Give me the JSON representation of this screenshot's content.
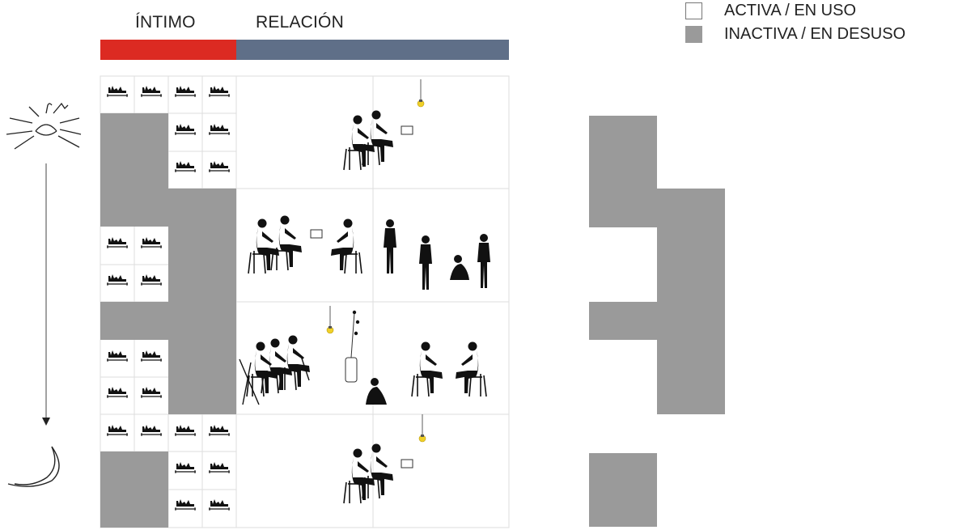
{
  "header": {
    "intimo_label": "ÍNTIMO",
    "relacion_label": "RELACIÓN"
  },
  "legend": {
    "active_label": "ACTIVA / EN USO",
    "inactive_label": "INACTIVA / EN DESUSO"
  },
  "colors": {
    "intimo": "#dc2a22",
    "relacion": "#5f6f88",
    "inactive": "#9a9a9a",
    "active": "#ffffff",
    "bulb": "#f0d028",
    "silhouette": "#111111"
  },
  "icons": {
    "day": "sun-icon",
    "night": "moon-icon",
    "bed": "bed-icon",
    "people": "people-silhouette-icon",
    "lamp": "lamp-bulb-icon"
  }
}
